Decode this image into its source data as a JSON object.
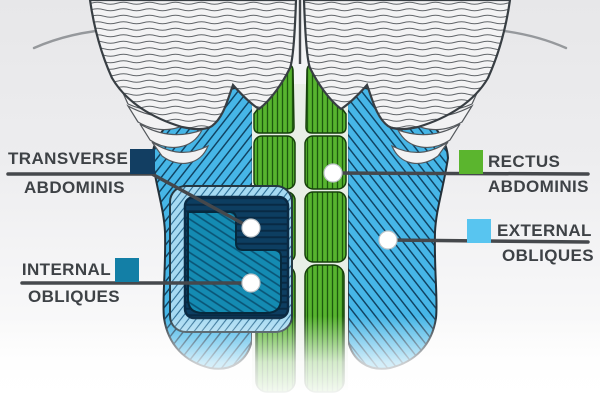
{
  "figure": {
    "name": "Abdominal muscles anatomy diagram"
  },
  "legend": {
    "transverse_abdominis": {
      "line1": "TRANSVERSE",
      "line2": "ABDOMINIS",
      "swatch": "#123e62"
    },
    "internal_obliques": {
      "line1": "INTERNAL",
      "line2": "OBLIQUES",
      "swatch": "#137fa6"
    },
    "rectus_abdominis": {
      "line1": "RECTUS",
      "line2": "ABDOMINIS",
      "swatch": "#5bb52e"
    },
    "external_obliques": {
      "line1": "EXTERNAL",
      "line2": "OBLIQUES",
      "swatch": "#58c5f0"
    }
  },
  "colors": {
    "rectus_muscle": "#57b42e",
    "external_oblique_muscle": "#46b6e7",
    "external_oblique_cut_edge": "#a6daf2",
    "internal_oblique_muscle": "#148bb2",
    "transverse_muscle": "#0d3e61",
    "superficial_muscle": "#f3f3f4",
    "leader_line": "#45484c",
    "label_text": "#3e4246"
  }
}
